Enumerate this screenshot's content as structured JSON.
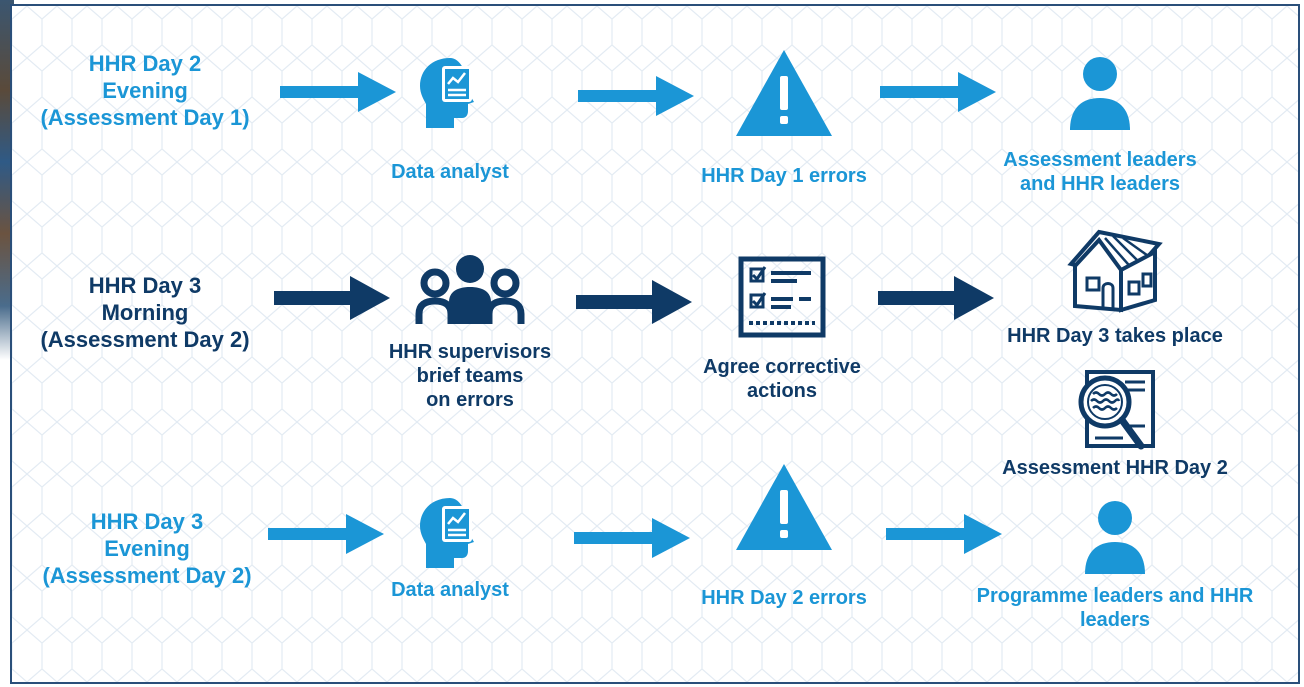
{
  "colors": {
    "accent": "#1b96d6",
    "navy": "#0f3a66",
    "grid": "#e3ebf3",
    "frame": "#2a4f7a"
  },
  "rows": [
    {
      "label_lines": [
        "HHR Day 2",
        "Evening",
        "(Assessment Day 1)"
      ],
      "color": "#1b96d6",
      "steps": [
        {
          "icon": "data-analyst-icon",
          "caption": "Data analyst"
        },
        {
          "icon": "warning-icon",
          "caption": "HHR Day 1 errors"
        },
        {
          "icon": "person-icon",
          "caption": "Assessment leaders\nand HHR leaders"
        }
      ]
    },
    {
      "label_lines": [
        "HHR Day 3",
        "Morning",
        "(Assessment Day 2)"
      ],
      "color": "#0f3a66",
      "steps": [
        {
          "icon": "team-icon",
          "caption": "HHR supervisors\nbrief teams\non errors"
        },
        {
          "icon": "checklist-icon",
          "caption": "Agree corrective\nactions"
        },
        {
          "icon": "house-icon",
          "caption": "HHR Day 3 takes place"
        },
        {
          "icon": "magnifier-document-icon",
          "caption": "Assessment HHR Day 2"
        }
      ]
    },
    {
      "label_lines": [
        "HHR Day 3",
        "Evening",
        "(Assessment Day 2)"
      ],
      "color": "#1b96d6",
      "steps": [
        {
          "icon": "data-analyst-icon",
          "caption": "Data analyst"
        },
        {
          "icon": "warning-icon",
          "caption": "HHR Day 2 errors"
        },
        {
          "icon": "person-icon",
          "caption": "Programme leaders and HHR\nleaders"
        }
      ]
    }
  ]
}
